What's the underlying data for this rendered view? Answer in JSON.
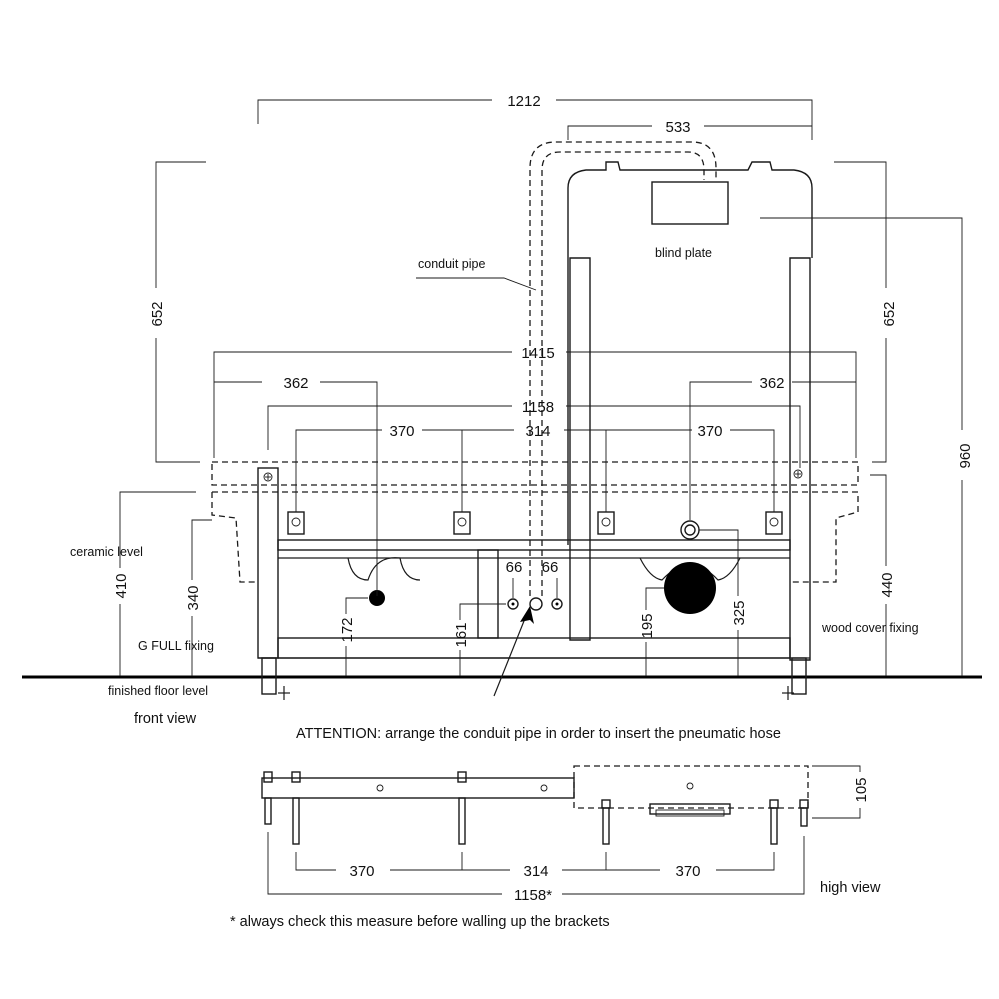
{
  "views": {
    "front_view": "front view",
    "high_view": "high view"
  },
  "labels": {
    "conduit_pipe": "conduit pipe",
    "blind_plate": "blind plate",
    "ceramic_level": "ceramic level",
    "g_full_fixing": "G FULL fixing",
    "finished_floor_level": "finished floor level",
    "wood_cover_fixing": "wood cover fixing"
  },
  "notes": {
    "attention": "ATTENTION: arrange the conduit pipe in order to insert the pneumatic hose",
    "footnote": "* always check this measure before walling up the brackets"
  },
  "dimensions": {
    "d1212": "1212",
    "d533": "533",
    "d652_left": "652",
    "d652_right": "652",
    "d960": "960",
    "d1415": "1415",
    "d362_left": "362",
    "d362_right": "362",
    "d1158": "1158",
    "d370_left": "370",
    "d314": "314",
    "d370_right": "370",
    "d66_left": "66",
    "d66_right": "66",
    "d410": "410",
    "d340": "340",
    "d172": "172",
    "d161": "161",
    "d195": "195",
    "d325": "325",
    "d440": "440",
    "d105": "105",
    "h370_left": "370",
    "h314": "314",
    "h370_right": "370",
    "h1158": "1158*"
  }
}
